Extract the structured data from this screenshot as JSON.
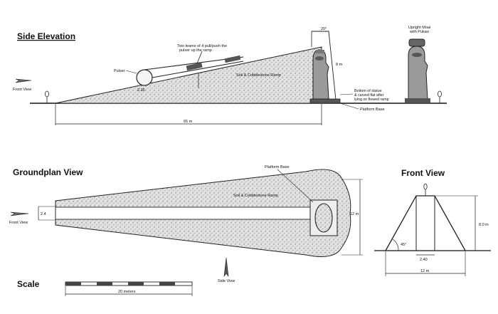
{
  "headings": {
    "side": "Side Elevation",
    "ground": "Groundplan View",
    "front": "Front View",
    "scale": "Scale"
  },
  "side": {
    "beams_note_1": "Two teams of 4 pull/push the",
    "beams_note_2": "pulser up the ramp",
    "pulser": "Pulser",
    "pulser_dim": "2.35",
    "ramp_label": "Soil & Cobblestone Ramp",
    "angle": "20°",
    "height": "8 m",
    "bottom_note_1": "Bottom of statue",
    "bottom_note_2": "& carved flat after",
    "bottom_note_3": "lying on flowed ramp",
    "platform": "Platform Base",
    "length": "65 m",
    "upright_1": "Upright Moai",
    "upright_2": "with Pukao",
    "front_view": "Front View"
  },
  "ground": {
    "platform": "Platform Base",
    "ramp_label": "Soil & Cobblestone Ramp",
    "width_small": "2.4",
    "width_big": "12 m",
    "front_view": "Front View",
    "side_view": "Side View"
  },
  "front": {
    "height": "8.0 m",
    "angle": "45°",
    "top_width": "2.40",
    "base_width": "12 m"
  },
  "scale": {
    "label": "20 meters"
  }
}
